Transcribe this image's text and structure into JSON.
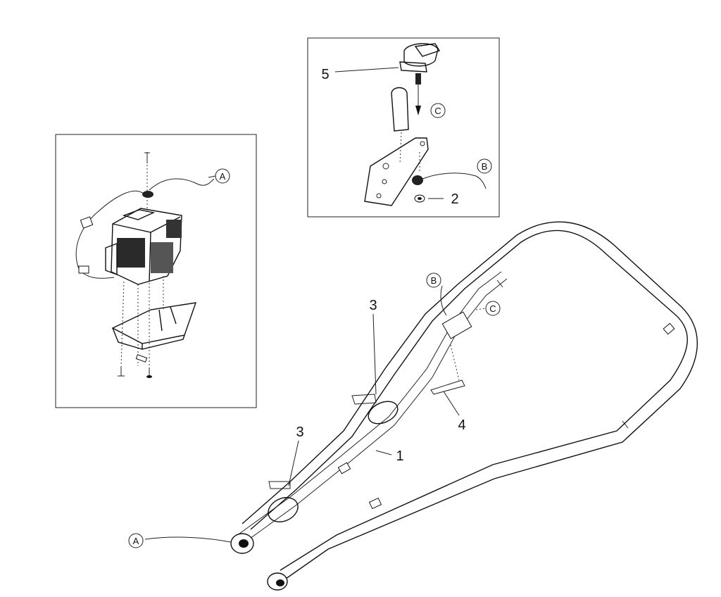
{
  "callouts": {
    "part_1": "1",
    "part_2": "2",
    "part_3_upper": "3",
    "part_3_lower": "3",
    "part_4": "4",
    "part_5": "5",
    "ref_a_inset": "A",
    "ref_a_handle": "A",
    "ref_b_inset": "B",
    "ref_b_handle": "B",
    "ref_c_inset": "C",
    "ref_c_handle": "C"
  }
}
